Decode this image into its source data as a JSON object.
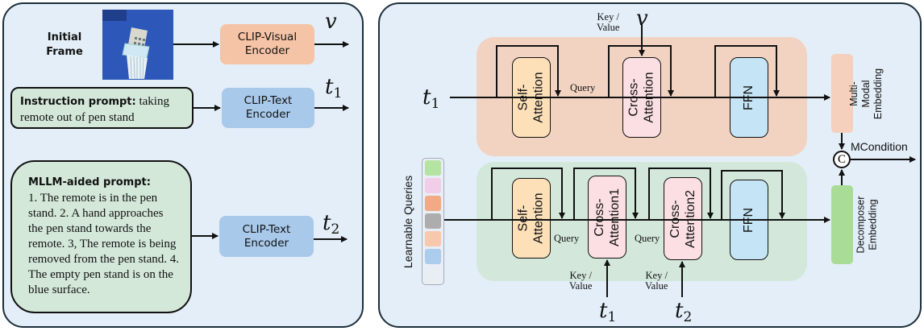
{
  "left_panel": {
    "initial_frame_label": "Initial\nFrame",
    "initial_frame_image": "photo of a TV remote standing in a white pen stand on a blue surface",
    "visual_encoder": "CLIP-Visual\nEncoder",
    "visual_output": "v",
    "instruction_prompt": {
      "title": "Instruction prompt:",
      "text": " taking remote out of pen stand"
    },
    "text_encoder_1": "CLIP-Text\nEncoder",
    "text_output_1": {
      "base": "t",
      "sub": "1"
    },
    "mllm_prompt": {
      "title": "MLLM-aided prompt:",
      "text": "1. The remote is in the pen stand. 2. A hand approaches the pen stand towards the remote. 3, The remote is being removed from the pen stand. 4. The empty pen stand is on the blue surface."
    },
    "text_encoder_2": "CLIP-Text\nEncoder",
    "text_output_2": {
      "base": "t",
      "sub": "2"
    }
  },
  "right_panel": {
    "top_branch": {
      "input": {
        "base": "t",
        "sub": "1"
      },
      "self_attention": "Self-\nAttention",
      "query_label": "Query",
      "key_value_label": "Key /\nValue",
      "key_value_input": "v",
      "cross_attention": "Cross-\nAttention",
      "ffn": "FFN",
      "output_embedding": "Multi-Modal\nEmbedding"
    },
    "bottom_branch": {
      "learnable_queries_label": "Learnable Queries",
      "query_colors": [
        "#b4e3a2",
        "#f1cdea",
        "#f2a985",
        "#adadad",
        "#f8c8ad",
        "#acccee"
      ],
      "self_attention": "Self-\nAttention",
      "query_label_1": "Query",
      "cross_attention_1": "Cross-\nAttention1",
      "key_value_label_1": "Key /\nValue",
      "key_value_input_1": {
        "base": "t",
        "sub": "1"
      },
      "query_label_2": "Query",
      "cross_attention_2": "Cross-\nAttention2",
      "key_value_label_2": "Key /\nValue",
      "key_value_input_2": {
        "base": "t",
        "sub": "2"
      },
      "ffn": "FFN",
      "output_embedding": "Decomposer\nEmbedding"
    },
    "concat_symbol": "C",
    "concat_output": "MCondition"
  },
  "colors": {
    "panel_bg": "#e3eef8",
    "top_region": "#f2d3c2",
    "bottom_region": "#d3e8db",
    "self_attention": "#fde0b8",
    "cross_attention": "#fbdfe2",
    "ffn": "#c5e5f6",
    "multimodal_embedding": "#f5d0bc",
    "decomposer_embedding": "#a9dc97",
    "visual_encoder": "#f5c3a5",
    "text_encoder": "#a8c9ea",
    "prompt_box": "#d4e8da"
  }
}
